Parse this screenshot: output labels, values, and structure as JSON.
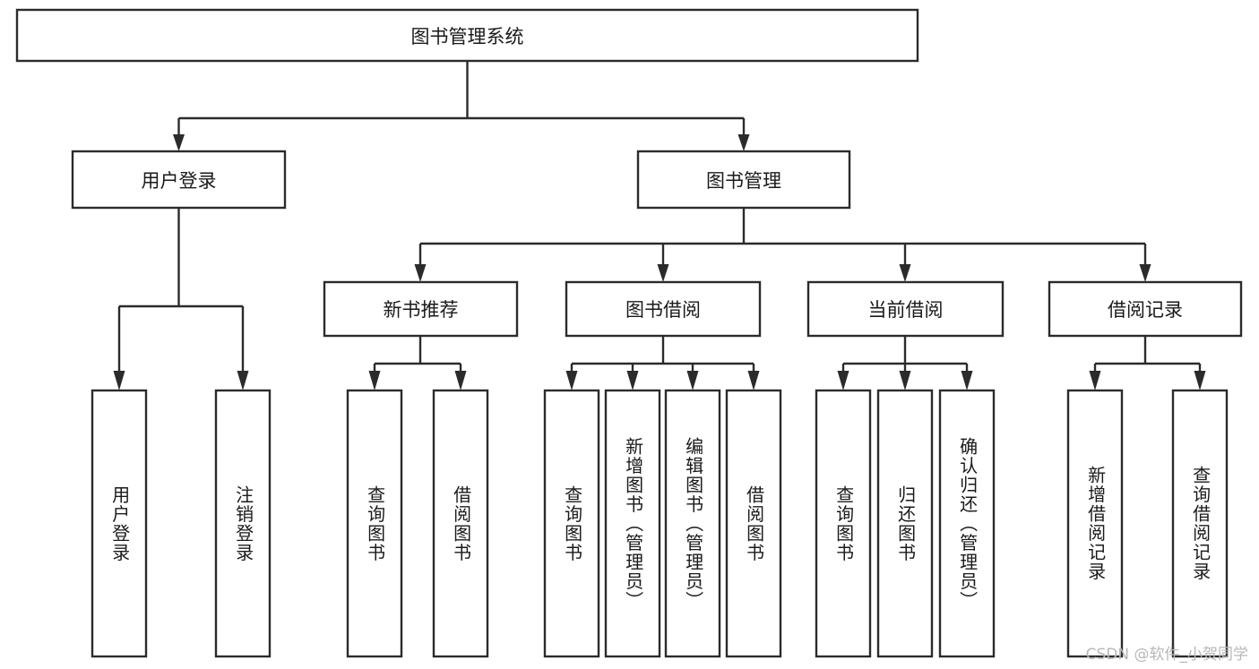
{
  "diagram": {
    "type": "tree-hierarchy-flowchart",
    "root": {
      "id": "root",
      "label": "图书管理系统"
    },
    "level2": [
      {
        "id": "user-login",
        "label": "用户登录"
      },
      {
        "id": "book-management",
        "label": "图书管理"
      }
    ],
    "level3": [
      {
        "id": "new-book-recommend",
        "label": "新书推荐",
        "parent": "book-management"
      },
      {
        "id": "book-borrow",
        "label": "图书借阅",
        "parent": "book-management"
      },
      {
        "id": "current-borrow",
        "label": "当前借阅",
        "parent": "book-management"
      },
      {
        "id": "borrow-record",
        "label": "借阅记录",
        "parent": "book-management"
      }
    ],
    "leaves": [
      {
        "id": "leaf-user-login",
        "label": "用户登录",
        "parent": "user-login"
      },
      {
        "id": "leaf-logout-login",
        "label": "注销登录",
        "parent": "user-login"
      },
      {
        "id": "leaf-query-book-1",
        "label": "查询图书",
        "parent": "new-book-recommend"
      },
      {
        "id": "leaf-borrow-book-1",
        "label": "借阅图书",
        "parent": "new-book-recommend"
      },
      {
        "id": "leaf-query-book-2",
        "label": "查询图书",
        "parent": "book-borrow"
      },
      {
        "id": "leaf-add-book",
        "label": "新增图书（管理员）",
        "parent": "book-borrow"
      },
      {
        "id": "leaf-edit-book",
        "label": "编辑图书（管理员）",
        "parent": "book-borrow"
      },
      {
        "id": "leaf-borrow-book-2",
        "label": "借阅图书",
        "parent": "book-borrow"
      },
      {
        "id": "leaf-query-book-3",
        "label": "查询图书",
        "parent": "current-borrow"
      },
      {
        "id": "leaf-return-book",
        "label": "归还图书",
        "parent": "current-borrow"
      },
      {
        "id": "leaf-confirm-return",
        "label": "确认归还（管理员）",
        "parent": "current-borrow"
      },
      {
        "id": "leaf-add-record",
        "label": "新增借阅记录",
        "parent": "borrow-record"
      },
      {
        "id": "leaf-query-record",
        "label": "查询借阅记录",
        "parent": "borrow-record"
      }
    ]
  },
  "watermark": {
    "text": "CSDN @软件_小贺同学"
  },
  "colors": {
    "stroke": "#2b2b2b",
    "fill": "#ffffff",
    "text": "#1a1a1a",
    "watermark": "#b8b8b8",
    "background": "#ffffff"
  }
}
